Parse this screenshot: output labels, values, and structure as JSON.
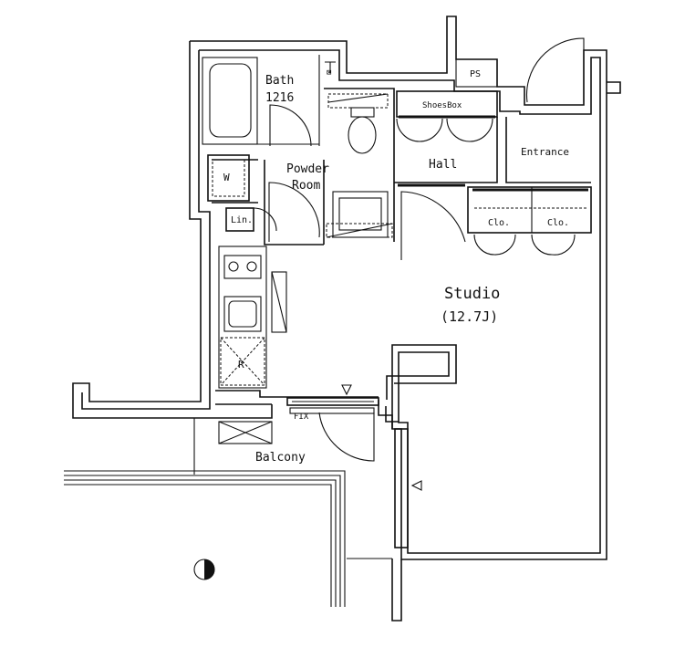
{
  "rooms": {
    "bath": "Bath",
    "bath_size": "1216",
    "powder_room_line1": "Powder",
    "powder_room_line2": "Room",
    "hall": "Hall",
    "entrance": "Entrance",
    "shoes_box": "ShoesBox",
    "ps": "PS",
    "studio": "Studio",
    "studio_size": "(12.7J)",
    "closet_1": "Clo.",
    "closet_2": "Clo.",
    "linen": "Lin.",
    "washer": "W",
    "refrigerator": "R",
    "balcony": "Balcony",
    "fix_window": "FIX"
  },
  "colors": {
    "line": "#111111",
    "background": "#ffffff"
  }
}
